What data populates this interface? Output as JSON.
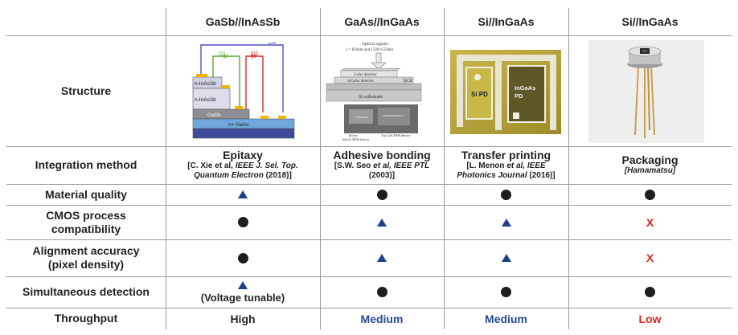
{
  "columns": [
    "GaSb//InAsSb",
    "GaAs//InGaAs",
    "Si//InGaAs",
    "Si//InGaAs"
  ],
  "rows": {
    "structure": "Structure",
    "integration_method": "Integration method",
    "material_quality": "Material quality",
    "cmos_line1": "CMOS process",
    "cmos_line2": "compatibility",
    "align_line1": "Alignment accuracy",
    "align_line2": "(pixel density)",
    "simultaneous": "Simultaneous detection",
    "throughput": "Throughput"
  },
  "methods": [
    {
      "main": "Epitaxy",
      "ref_line1_pre": "[C. Xie et al, ",
      "ref_line1_it": "IEEE J. Sel. Top.",
      "ref_line2_it": "Quantum Electron",
      "ref_line2_post": " (2018)]"
    },
    {
      "main": "Adhesive bonding",
      "ref_line1_pre": "[S.W. Seo ",
      "ref_line1_it": "et al, IEEE PTL",
      "ref_line2_it": "",
      "ref_line2_post": "(2003)]"
    },
    {
      "main": "Transfer printing",
      "ref_line1_pre": "[L. Menon ",
      "ref_line1_it": "et al, IEEE",
      "ref_line2_it": "Photonics Journal",
      "ref_line2_post": " (2016)]"
    },
    {
      "main": "Packaging",
      "ref_line1_pre": "",
      "ref_line1_it": "[Hamamatsu]",
      "ref_line2_it": "",
      "ref_line2_post": ""
    }
  ],
  "simultaneous_note": "(Voltage tunable)",
  "throughput": [
    "High",
    "Medium",
    "Medium",
    "Low"
  ],
  "symbols": {
    "material_quality": [
      "triangle",
      "dot",
      "dot",
      "dot"
    ],
    "cmos": [
      "dot",
      "triangle",
      "triangle",
      "x"
    ],
    "alignment": [
      "dot",
      "triangle",
      "triangle",
      "x"
    ],
    "simultaneous": [
      "triangle",
      "dot",
      "dot",
      "dot"
    ]
  },
  "x_symbol": "X",
  "colors": {
    "triangle": "#1c3f8e",
    "x": "#d0281f",
    "medium": "#264a92",
    "low": "#d0281f"
  },
  "image1": {
    "d3": "D3",
    "d1": "D1",
    "d2": "D2",
    "layer1": "n-InAsSb",
    "layer2": "n-InAsSb",
    "layer3": "GaSb",
    "layer4": "n+ GaAs"
  },
  "image2": {
    "sig1": "Optical signals",
    "sig2": "λ = 850nm and 1320/1550nm",
    "l1": "GaAs detector",
    "l2": "InGaAs detector",
    "bcb": "BCB",
    "sub": "Si substrate",
    "cap1": "Bottom",
    "cap2": "InGaAs MSM detector",
    "cap3": "Top GaAs MSM detector"
  },
  "image3": {
    "si_pd_1": "Si PD",
    "ingaas_1": "InGaAs",
    "ingaas_2": "PD"
  }
}
